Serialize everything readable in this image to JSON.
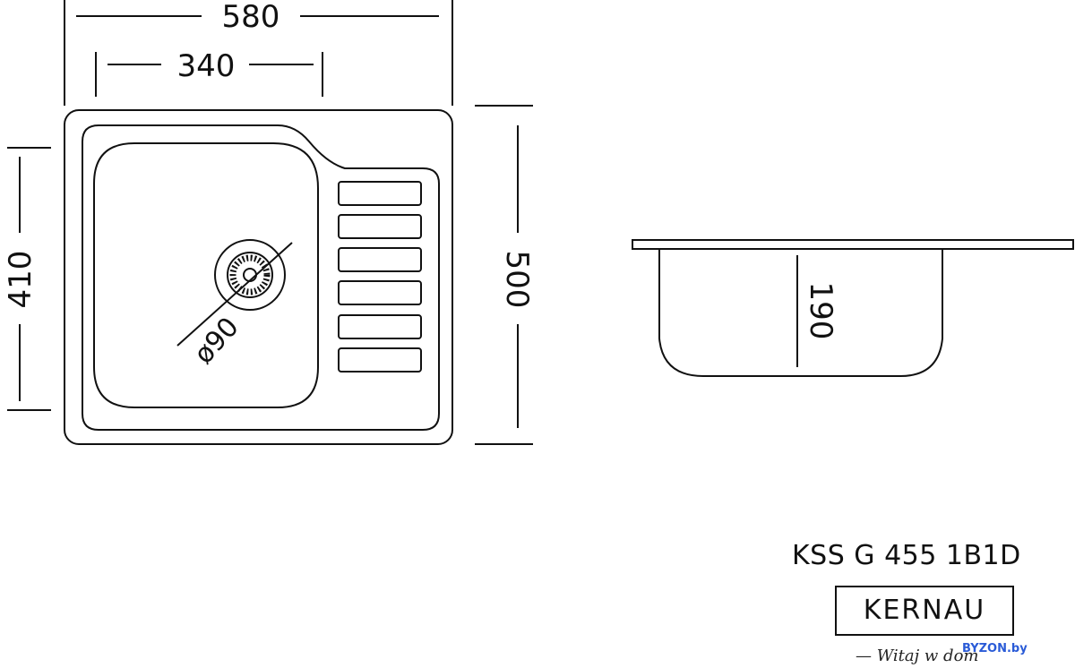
{
  "dimensions": {
    "width_total": "580",
    "bowl_width": "340",
    "bowl_length": "410",
    "length_total": "500",
    "depth": "190",
    "drain_diameter": "ø90"
  },
  "product": {
    "model": "KSS G 455 1B1D",
    "brand": "KERNAU",
    "slogan": "— Witaj w dom",
    "watermark": "BYZON.by"
  }
}
